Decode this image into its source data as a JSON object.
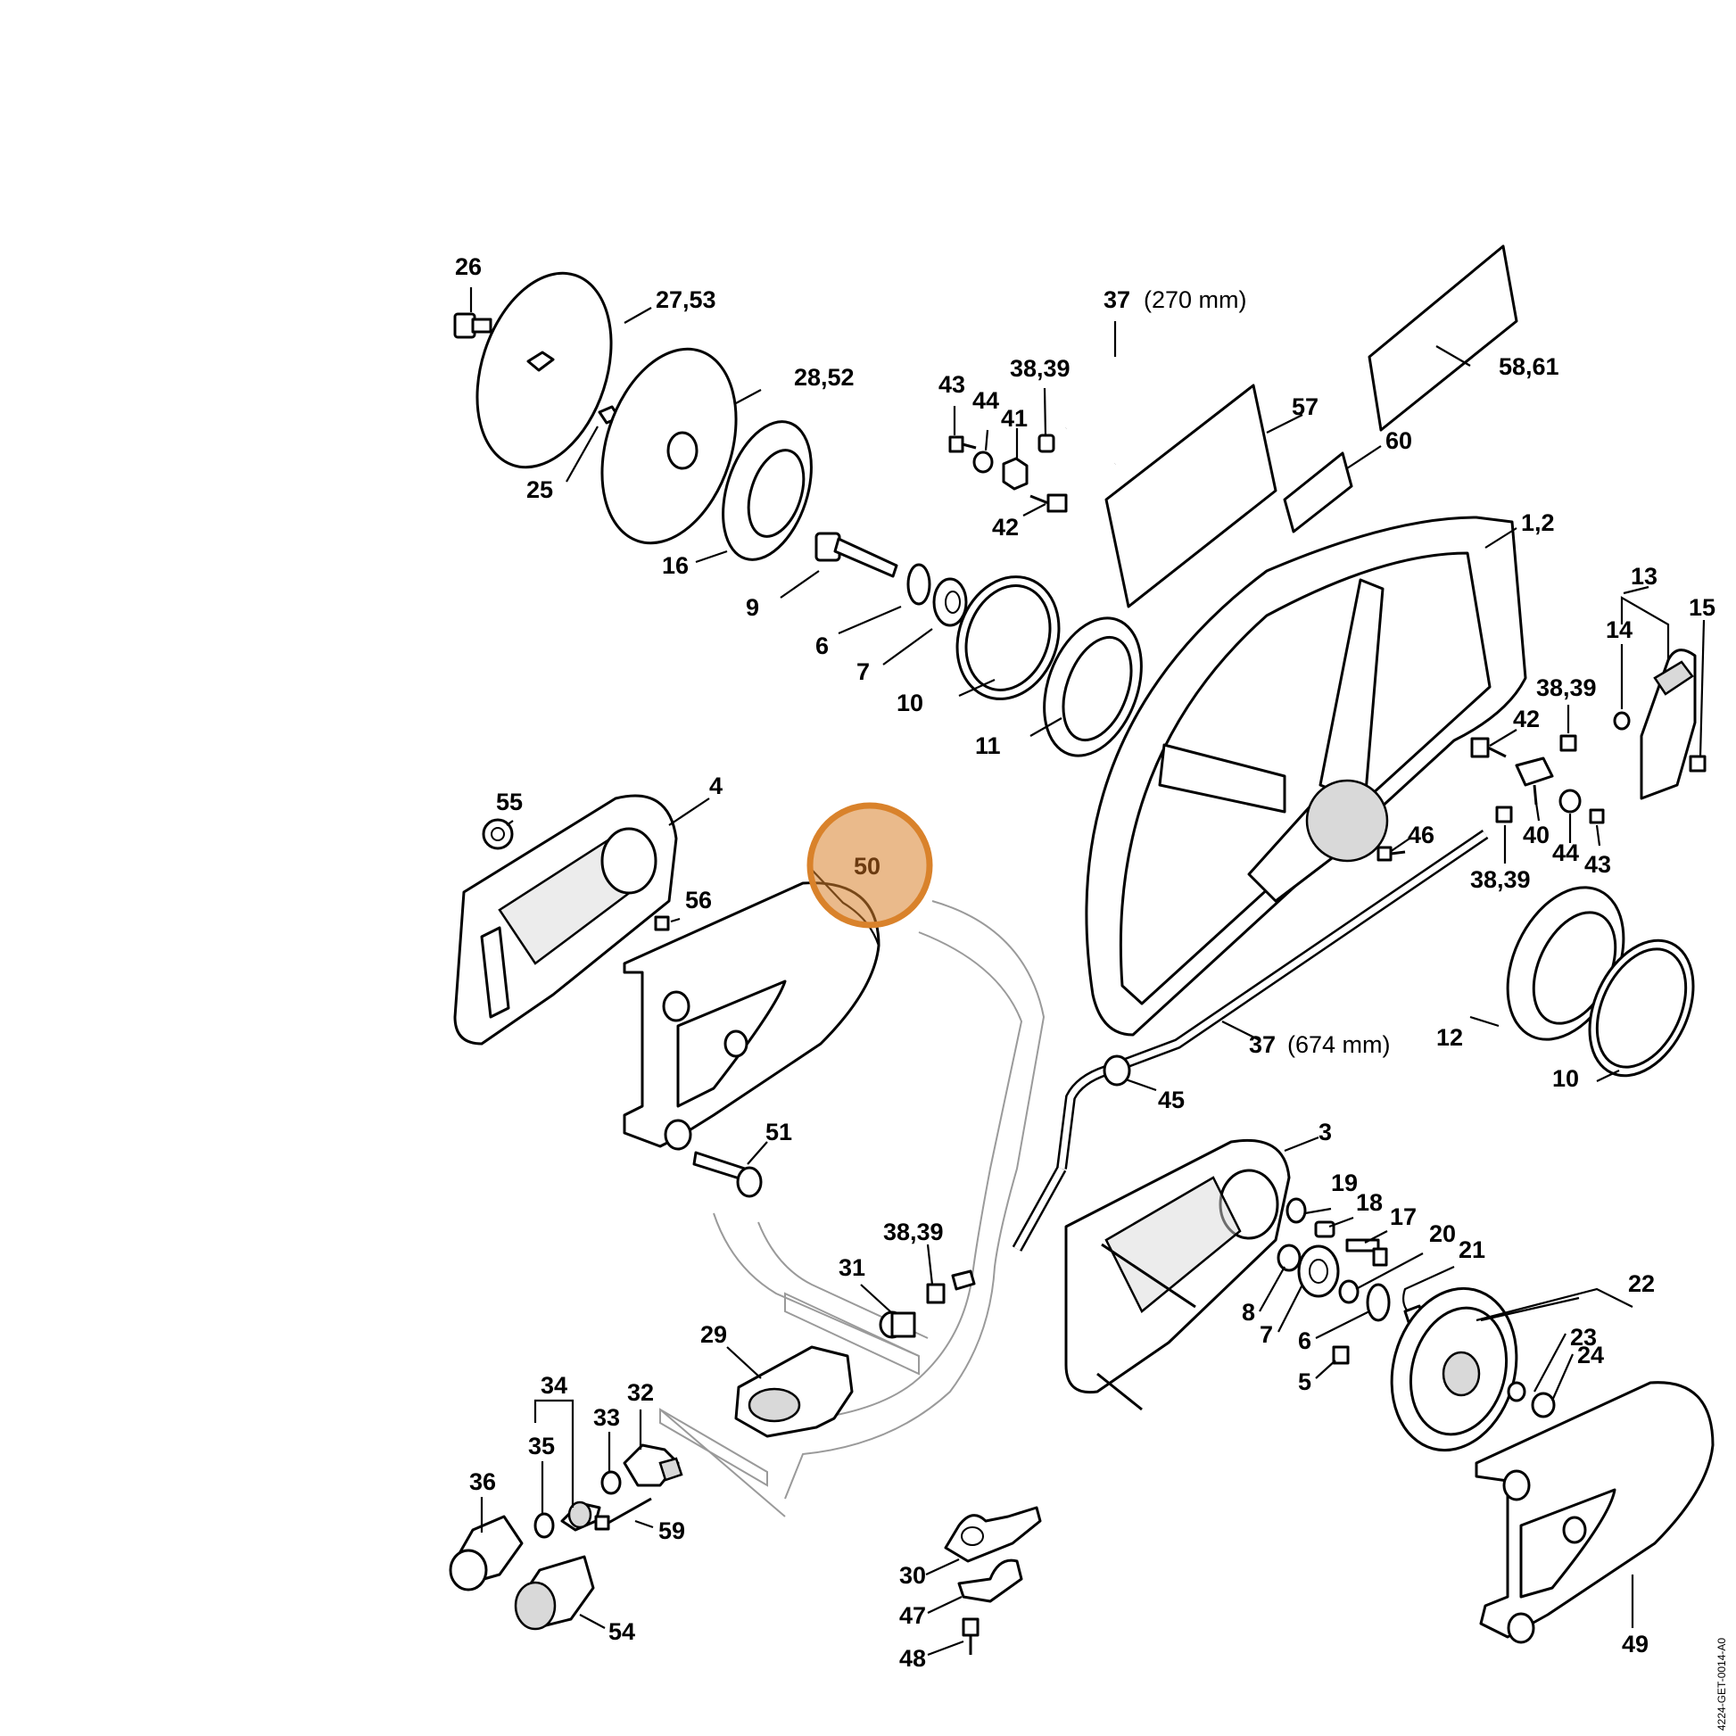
{
  "diagram": {
    "drawing_code": "4224-GET-0014-A0",
    "highlight_color": "#d9822b",
    "highlighted_label": "50",
    "labels": {
      "l26": "26",
      "l27_53": "27,53",
      "l28_52": "28,52",
      "l25": "25",
      "l16": "16",
      "l9": "9",
      "l6a": "6",
      "l7a": "7",
      "l10a": "10",
      "l11": "11",
      "l37a": "37",
      "l37a_dim": "(270 mm)",
      "l43a": "43",
      "l44a": "44",
      "l38_39a": "38,39",
      "l41": "41",
      "l42a": "42",
      "l57": "57",
      "l58_61": "58,61",
      "l60": "60",
      "l1_2": "1,2",
      "l13": "13",
      "l14": "14",
      "l15": "15",
      "l38_39b": "38,39",
      "l42b": "42",
      "l40": "40",
      "l44b": "44",
      "l43b": "43",
      "l46": "46",
      "l38_39c": "38,39",
      "l55": "55",
      "l4": "4",
      "l50": "50",
      "l56": "56",
      "l51": "51",
      "l12": "12",
      "l10b": "10",
      "l37b": "37",
      "l37b_dim": "(674 mm)",
      "l45": "45",
      "l3": "3",
      "l19": "19",
      "l18": "18",
      "l17": "17",
      "l20": "20",
      "l21": "21",
      "l8": "8",
      "l7b": "7",
      "l6b": "6",
      "l5": "5",
      "l22": "22",
      "l23": "23",
      "l24": "24",
      "l38_39d": "38,39",
      "l31": "31",
      "l29": "29",
      "l34": "34",
      "l35": "35",
      "l33": "33",
      "l32": "32",
      "l36": "36",
      "l59": "59",
      "l54": "54",
      "l30": "30",
      "l47": "47",
      "l48": "48",
      "l49": "49"
    }
  }
}
